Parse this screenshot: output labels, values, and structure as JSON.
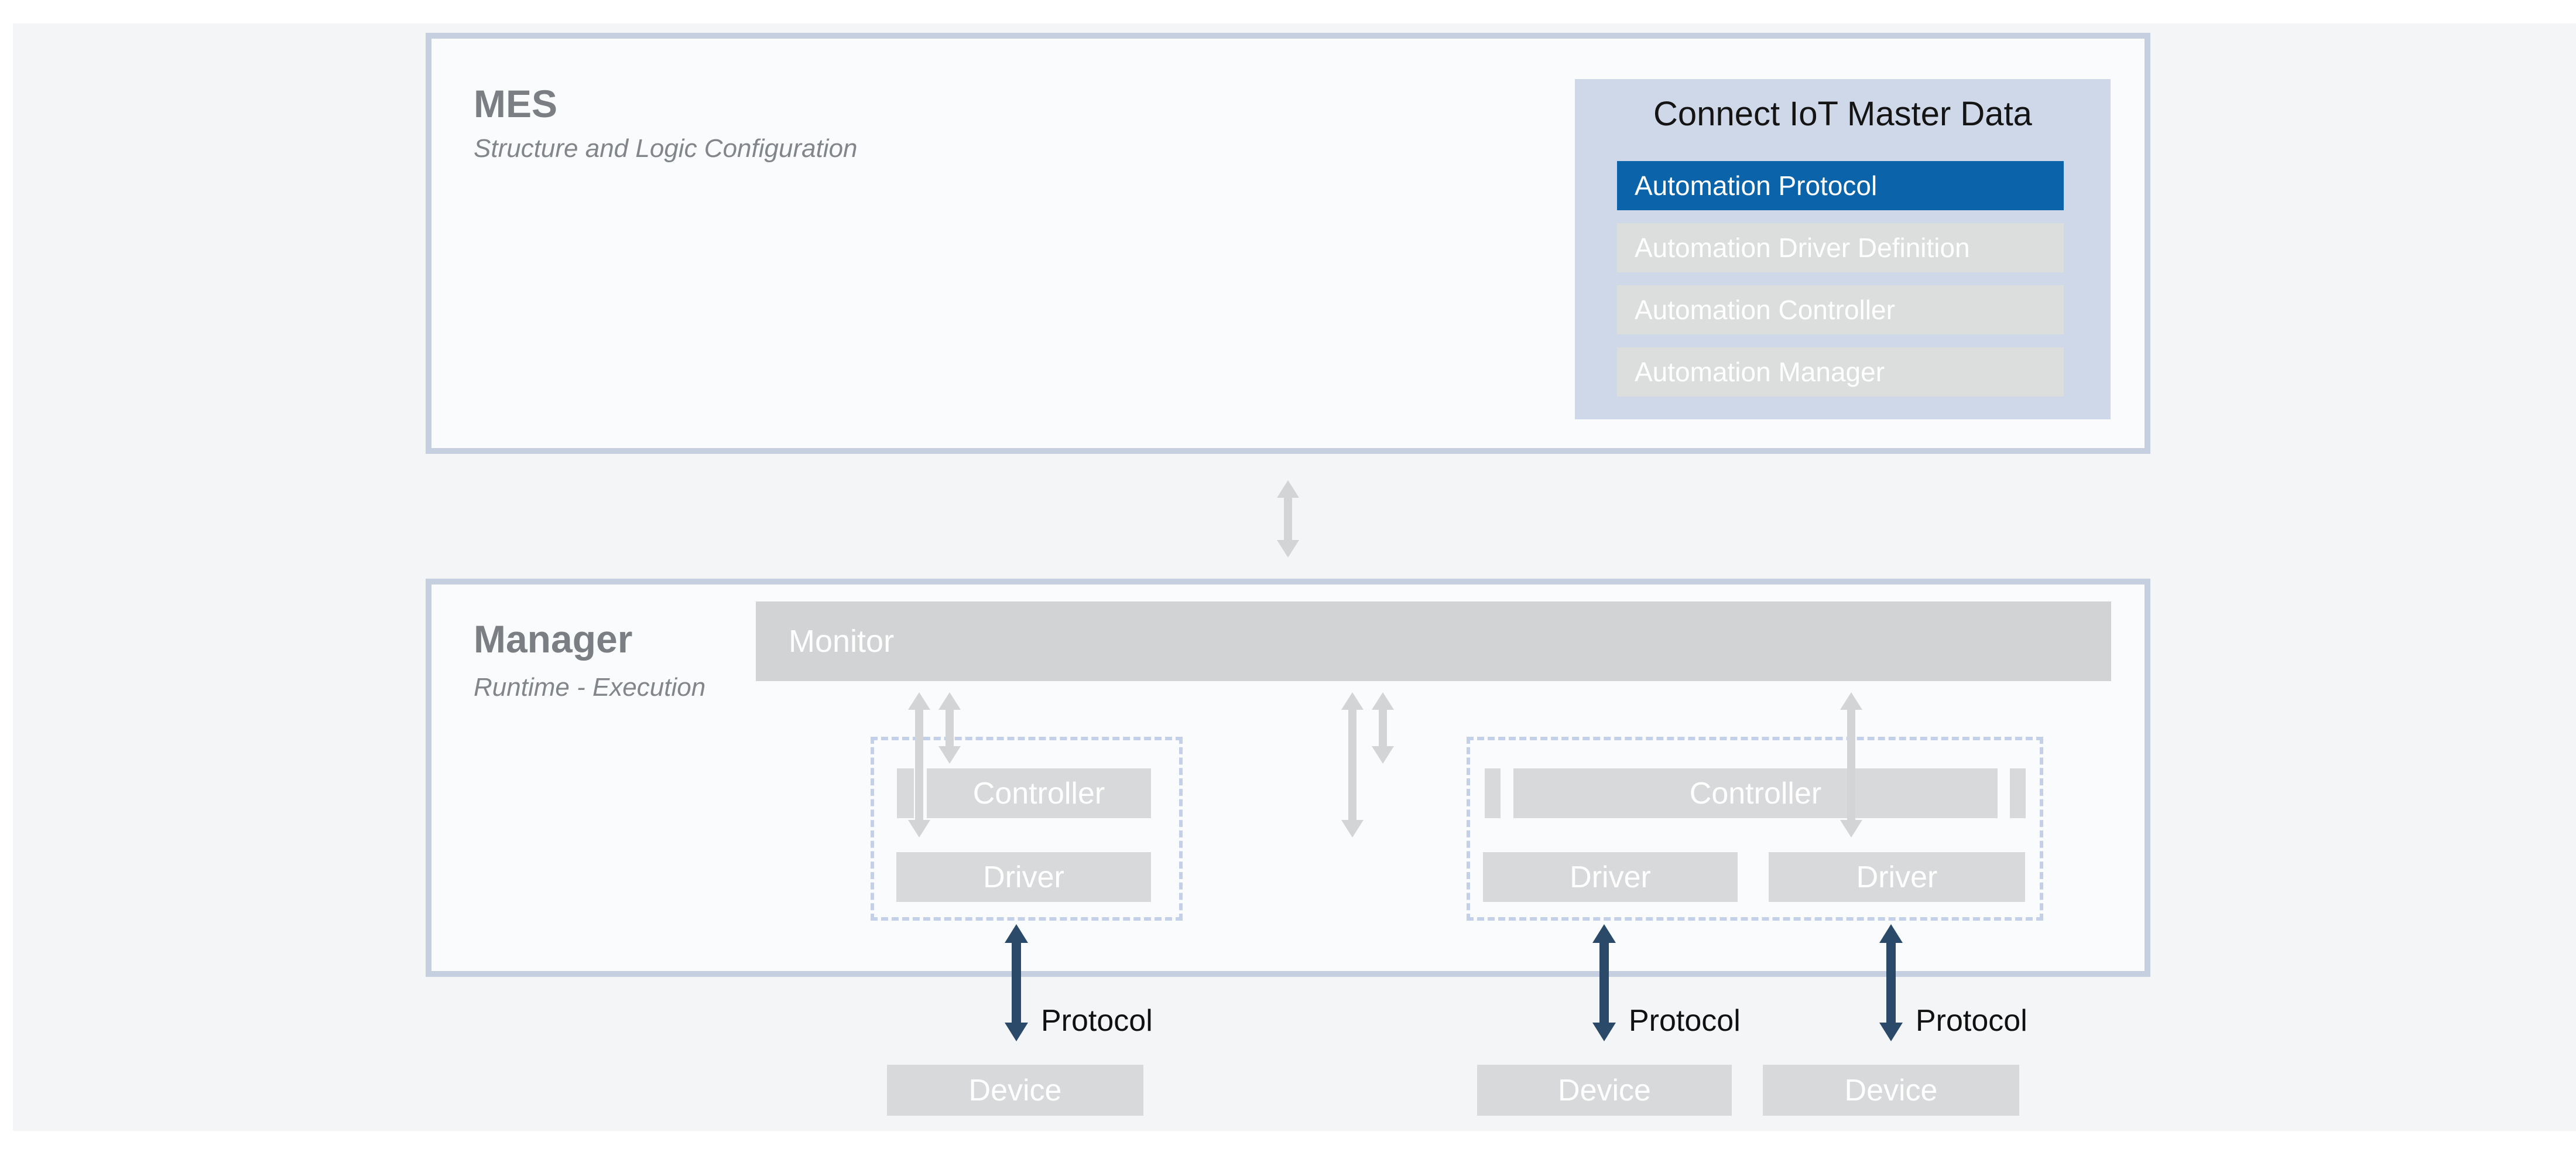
{
  "mes": {
    "title": "MES",
    "subtitle": "Structure and Logic Configuration"
  },
  "master_data": {
    "title": "Connect IoT Master Data",
    "items": [
      {
        "label": "Automation Protocol",
        "selected": true
      },
      {
        "label": "Automation Driver Definition",
        "selected": false
      },
      {
        "label": "Automation Controller",
        "selected": false
      },
      {
        "label": "Automation Manager",
        "selected": false
      }
    ]
  },
  "manager": {
    "title": "Manager",
    "subtitle": "Runtime - Execution",
    "monitor_label": "Monitor"
  },
  "groups": [
    {
      "controller": "Controller",
      "drivers": [
        "Driver"
      ]
    },
    {
      "controller": "Controller",
      "drivers": [
        "Driver",
        "Driver"
      ]
    }
  ],
  "protocol_labels": [
    "Protocol",
    "Protocol",
    "Protocol"
  ],
  "devices": [
    "Device",
    "Device",
    "Device"
  ],
  "colors": {
    "selected_item_blue": "#0b63a9",
    "panel_background": "#cfd8e8",
    "protocol_arrow_navy": "#2b4968",
    "box_border_blue": "#c5cfe0",
    "bar_gray": "#d8d9da",
    "gray_arrow": "#d3d4d6"
  }
}
